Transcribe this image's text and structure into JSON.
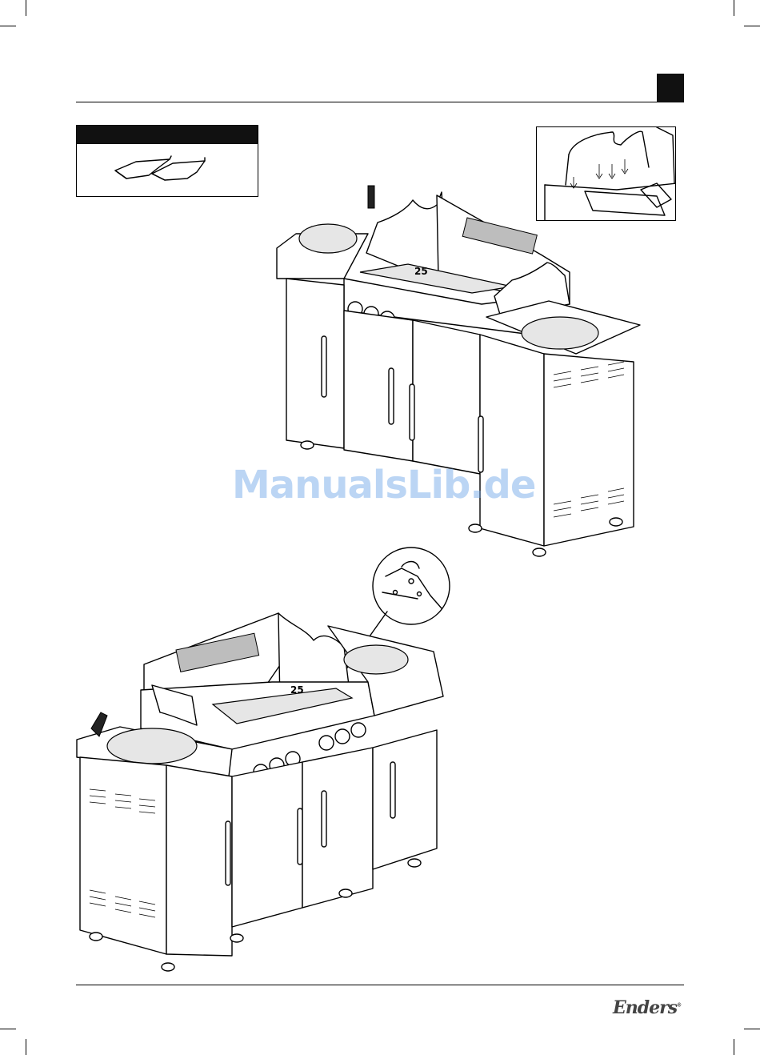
{
  "page": {
    "watermark": "ManualsLib.de",
    "brand": "Enders",
    "brand_mark": "®"
  },
  "figures": {
    "top_step_label": "25",
    "bottom_step_label": "25"
  },
  "icons": {
    "parts": "heat-deflector-icon",
    "detail": "detail-zoom-icon"
  }
}
